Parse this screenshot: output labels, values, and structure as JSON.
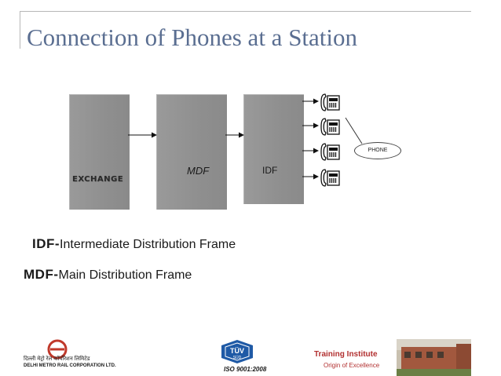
{
  "title": "Connection of Phones at a Station",
  "diagram": {
    "exchange_label": "EXCHANGE",
    "mdf_label": "MDF",
    "idf_label": "IDF",
    "phone_label": "PHONE",
    "phone_count": 4
  },
  "definitions": [
    {
      "abbr": "IDF-",
      "text": "Intermediate Distribution Frame"
    },
    {
      "abbr": "MDF-",
      "text": "Main Distribution Frame"
    }
  ],
  "footer": {
    "dmrc_hindi": "दिल्ली मेट्रो रेल कॉर्पोरेशन लिमिटेड",
    "dmrc_english": "DELHI METRO RAIL CORPORATION LTD.",
    "tuv_text": "TÜV",
    "tuv_sub": "SÜD",
    "iso": "ISO 9001:2008",
    "training_title": "Training Institute",
    "training_sub": "Origin of Excellence"
  },
  "colors": {
    "title": "#5a6e91",
    "block": "#8f8f8f",
    "training_red": "#b23030",
    "tuv_blue": "#1f5aa6"
  }
}
